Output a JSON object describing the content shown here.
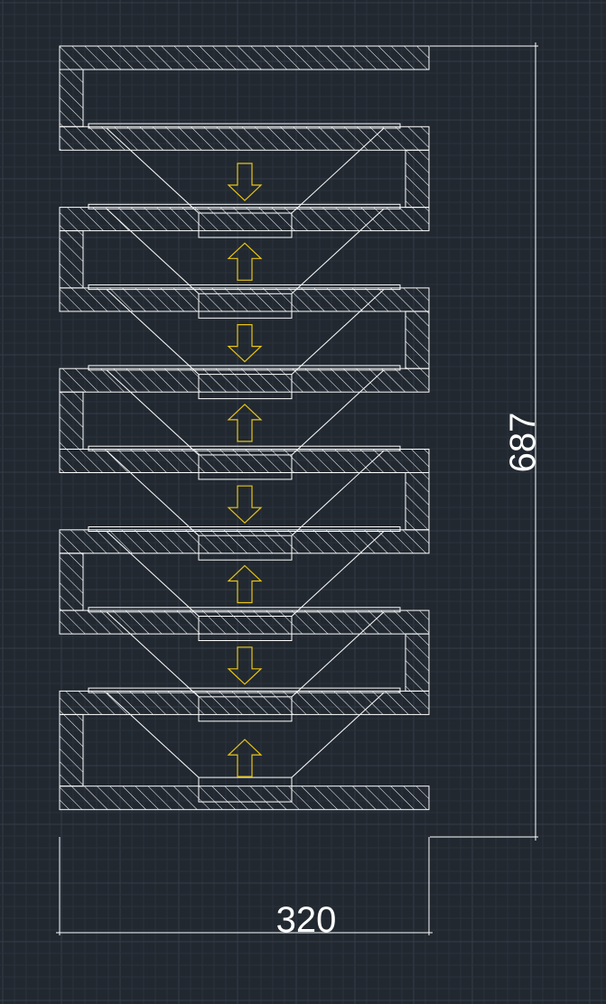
{
  "drawing": {
    "dimensions": {
      "height": "687",
      "width": "320"
    },
    "colors": {
      "background": "#212830",
      "grid_minor": "#2b323b",
      "grid_major": "#353d47",
      "linework": "#ffffff",
      "arrows": "#e8c417"
    },
    "driver_count": 8,
    "arrow_directions": [
      "down",
      "up",
      "down",
      "up",
      "down",
      "up",
      "down",
      "up"
    ]
  }
}
